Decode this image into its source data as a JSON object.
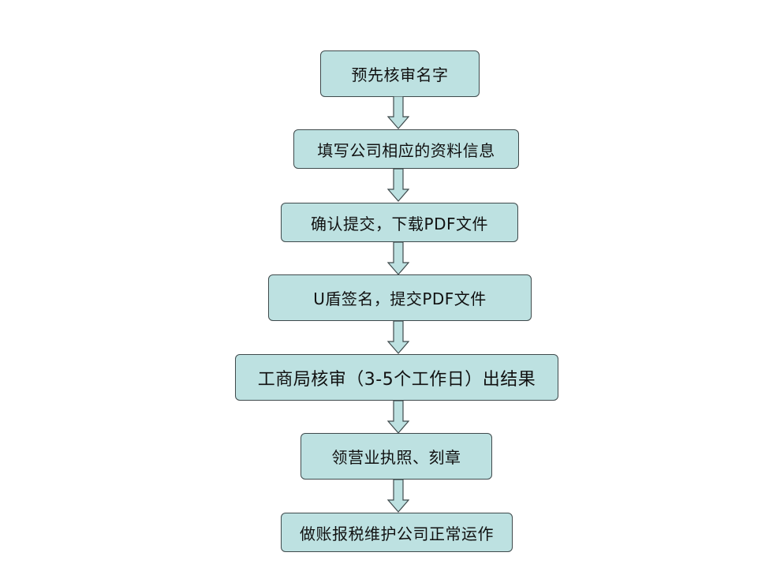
{
  "flowchart": {
    "steps": [
      {
        "label": "预先核审名字"
      },
      {
        "label": "填写公司相应的资料信息"
      },
      {
        "label": "确认提交，下载PDF文件"
      },
      {
        "label": "U盾签名，提交PDF文件"
      },
      {
        "label": "工商局核审（3-5个工作日）出结果"
      },
      {
        "label": "领营业执照、刻章"
      },
      {
        "label": "做账报税维护公司正常运作"
      }
    ],
    "colors": {
      "box_fill": "#bde1e1",
      "box_border": "#3f4a4c",
      "arrow_fill": "#bde1e1",
      "arrow_stroke": "#3f4a4c"
    }
  }
}
